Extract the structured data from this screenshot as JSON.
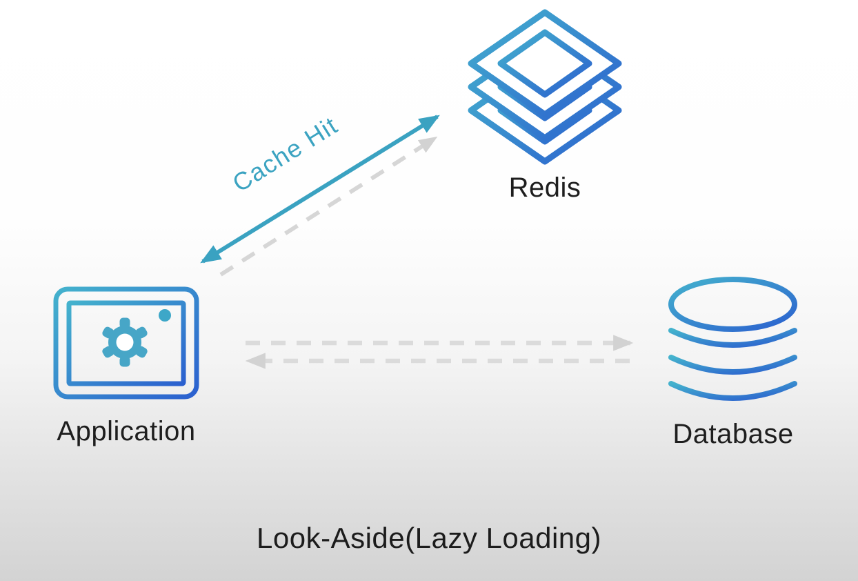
{
  "title": "Look-Aside(Lazy Loading)",
  "nodes": {
    "redis": {
      "label": "Redis",
      "icon": "redis-stack-icon"
    },
    "application": {
      "label": "Application",
      "icon": "application-monitor-gear-icon"
    },
    "database": {
      "label": "Database",
      "icon": "database-cylinder-icon"
    }
  },
  "edges": {
    "cache_hit": {
      "label": "Cache Hit",
      "style": "solid",
      "direction": "both",
      "from": "Application",
      "to": "Redis",
      "color": "#3aa2c1"
    },
    "app_redis_dashed": {
      "style": "dashed",
      "direction": "to",
      "from": "Application",
      "to": "Redis",
      "color": "#d6d6d6"
    },
    "app_db_dashed": {
      "style": "dashed",
      "direction": "to",
      "from": "Application",
      "to": "Database",
      "color": "#dbdbdb"
    },
    "db_app_dashed": {
      "style": "dashed",
      "direction": "to",
      "from": "Database",
      "to": "Application",
      "color": "#dbdbdb"
    }
  },
  "colors": {
    "teal_accent": "#3aa2c1",
    "icon_gradient_start": "#44b2cd",
    "icon_gradient_end": "#2b60cf",
    "gear_teal": "#47a6c7",
    "dashed_gray": "#d8d8d8",
    "label_text": "#1e1e1e",
    "background_top": "#ffffff",
    "background_bottom": "#d3d3d3"
  }
}
